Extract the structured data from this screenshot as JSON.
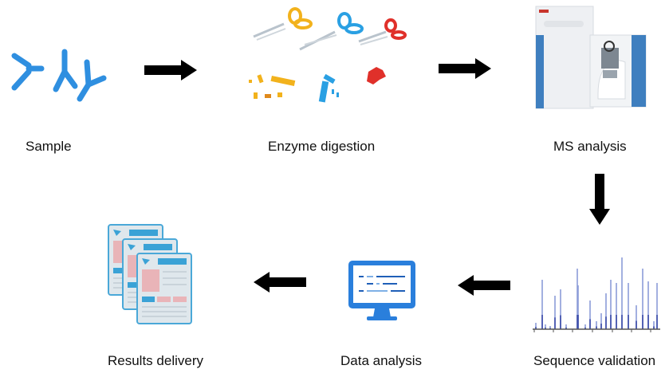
{
  "diagram": {
    "title": "Antibody sequencing workflow",
    "steps": [
      {
        "id": "sample",
        "label": "Sample",
        "icon": "antibody-icon"
      },
      {
        "id": "enzyme",
        "label": "Enzyme digestion",
        "icon": "scissors-icon"
      },
      {
        "id": "ms",
        "label": "MS analysis",
        "icon": "mass-spectrometer-icon"
      },
      {
        "id": "sequence",
        "label": "Sequence validation",
        "icon": "spectrum-icon"
      },
      {
        "id": "data",
        "label": "Data analysis",
        "icon": "monitor-icon"
      },
      {
        "id": "results",
        "label": "Results delivery",
        "icon": "report-documents-icon"
      }
    ],
    "flow": [
      {
        "from": "sample",
        "to": "enzyme",
        "direction": "right"
      },
      {
        "from": "enzyme",
        "to": "ms",
        "direction": "right"
      },
      {
        "from": "ms",
        "to": "sequence",
        "direction": "down"
      },
      {
        "from": "sequence",
        "to": "data",
        "direction": "left"
      },
      {
        "from": "data",
        "to": "results",
        "direction": "left"
      }
    ],
    "colors": {
      "arrow": "#000000",
      "antibody_blue": "#2f8fe0",
      "scissor_yellow": "#f2b21c",
      "scissor_blue": "#2aa0e3",
      "scissor_red": "#e0302a",
      "instrument_blue": "#3f7fbf",
      "spectrum": "#5b6fc4",
      "monitor_blue": "#2a7fdc",
      "doc_blue": "#3aa2d6",
      "doc_pink": "#e9b4b8"
    }
  }
}
